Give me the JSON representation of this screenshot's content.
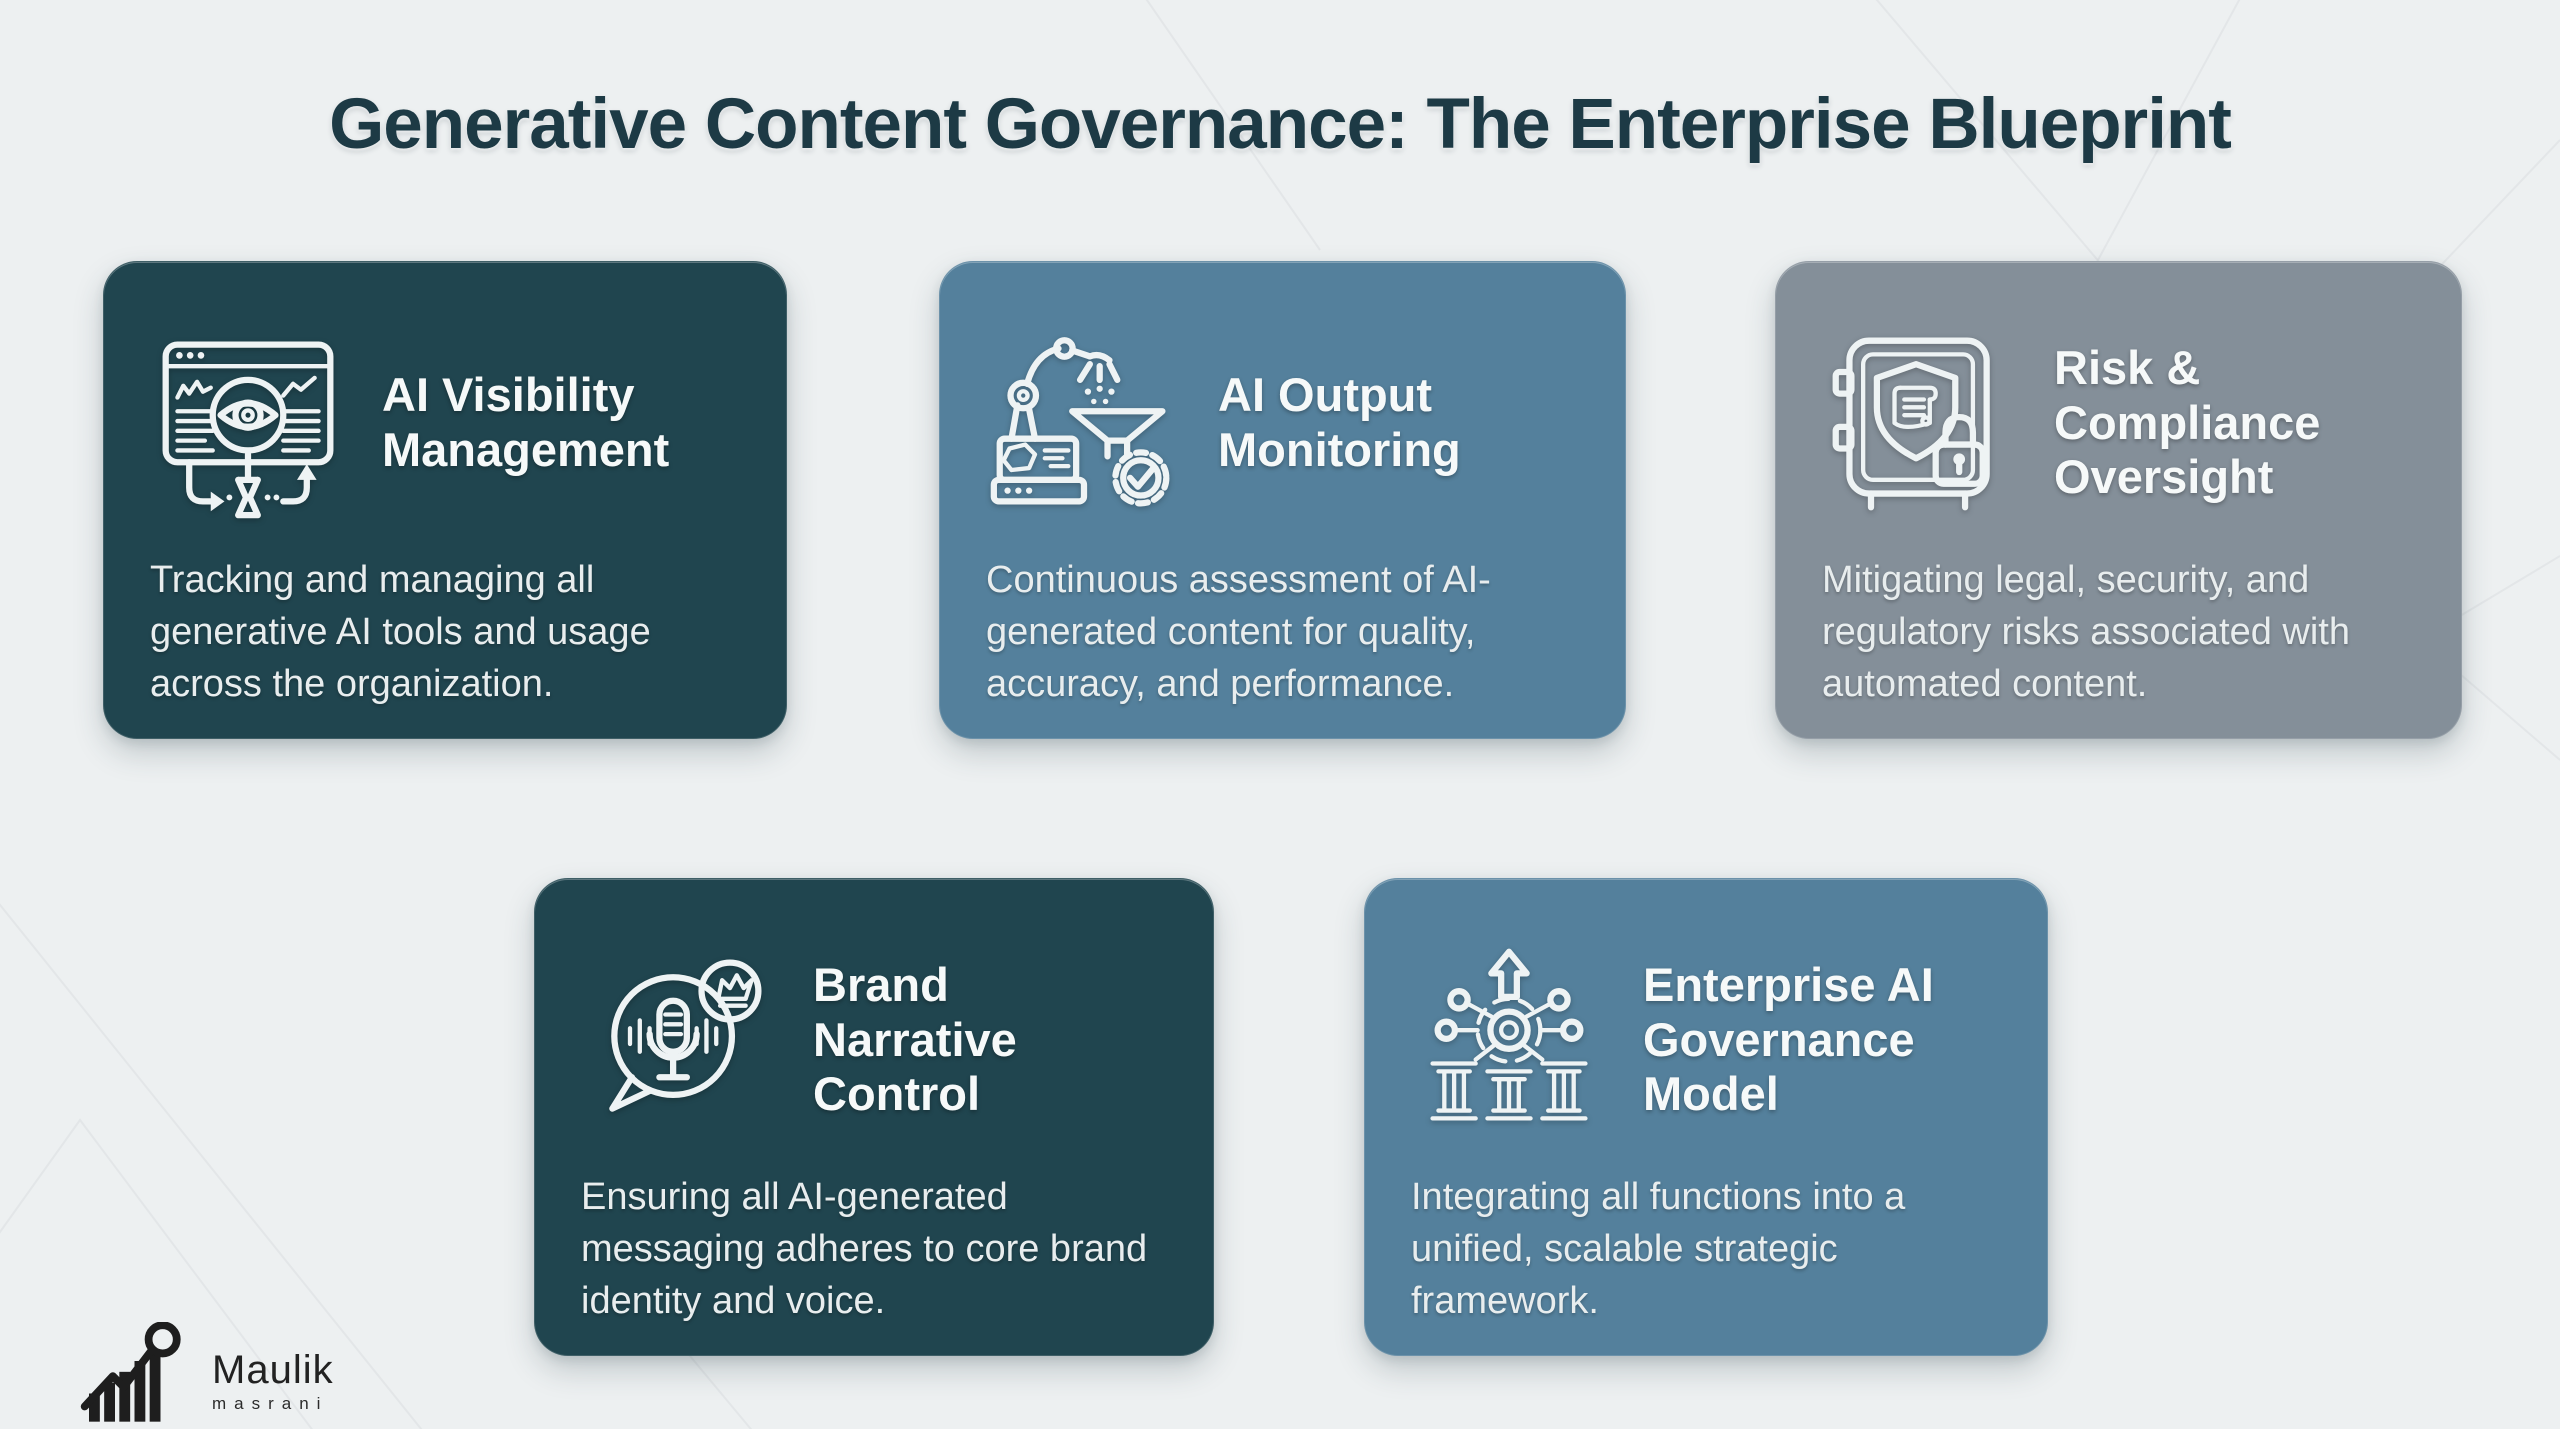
{
  "page": {
    "title": "Generative Content Governance: The Enterprise Blueprint",
    "background_color": "#edf0f1",
    "title_color": "#1d3a45"
  },
  "cards": [
    {
      "id": "ai-visibility-management",
      "title_lines": [
        "AI Visibility",
        "Management"
      ],
      "description": "Tracking and managing all generative AI tools and usage across the organization.",
      "icon": "dashboard-eye-icon",
      "bg_color": "#20454f"
    },
    {
      "id": "ai-output-monitoring",
      "title_lines": [
        "AI Output",
        "Monitoring"
      ],
      "description": "Continuous assessment of AI-generated content for quality, accuracy, and performance.",
      "icon": "robot-arm-funnel-icon",
      "bg_color": "#54809c"
    },
    {
      "id": "risk-compliance-oversight",
      "title_lines": [
        "Risk &",
        "Compliance",
        "Oversight"
      ],
      "description": "Mitigating legal, security, and regulatory risks associated with automated content.",
      "icon": "vault-shield-lock-icon",
      "bg_color": "#848f99"
    },
    {
      "id": "brand-narrative-control",
      "title_lines": [
        "Brand",
        "Narrative",
        "Control"
      ],
      "description": "Ensuring all AI-generated messaging adheres to core brand identity and voice.",
      "icon": "speech-mic-crown-icon",
      "bg_color": "#20454f"
    },
    {
      "id": "enterprise-ai-governance-model",
      "title_lines": [
        "Enterprise AI",
        "Governance",
        "Model"
      ],
      "description": "Integrating all functions into a unified, scalable strategic framework.",
      "icon": "hub-pillars-arrow-icon",
      "bg_color": "#54809c"
    }
  ],
  "logo": {
    "name": "Maulik",
    "subname": "masrani",
    "icon": "bar-chart-magnifier-icon"
  }
}
